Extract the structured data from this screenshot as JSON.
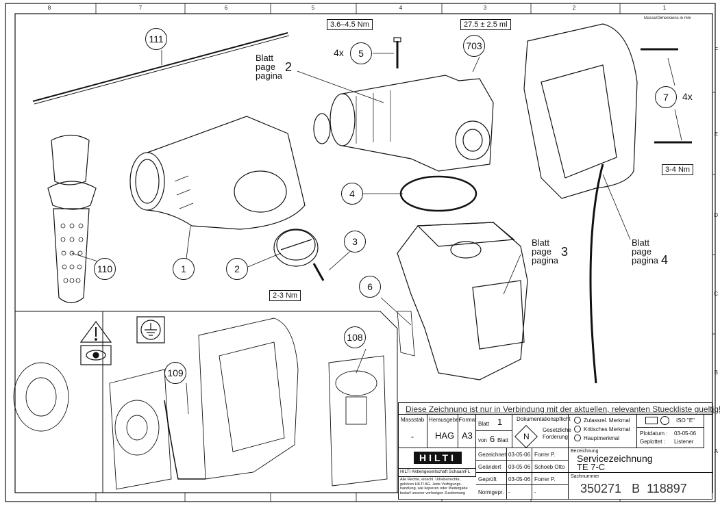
{
  "frame": {
    "columns": [
      "8",
      "7",
      "6",
      "5",
      "4",
      "3",
      "2",
      "1"
    ],
    "rows": [
      "F",
      "E",
      "D",
      "C",
      "B",
      "A"
    ],
    "dimensions_note": "Masse/Dimensions in mm"
  },
  "callouts": [
    {
      "id": "111"
    },
    {
      "id": "5",
      "qty": "4x"
    },
    {
      "id": "703"
    },
    {
      "id": "7",
      "qty": "4x"
    },
    {
      "id": "4"
    },
    {
      "id": "3"
    },
    {
      "id": "2"
    },
    {
      "id": "1"
    },
    {
      "id": "110"
    },
    {
      "id": "6"
    },
    {
      "id": "108"
    },
    {
      "id": "109"
    }
  ],
  "torques": {
    "screw_5": "3.6–4.5 Nm",
    "grease_703": "27.5 ± 2.5 ml",
    "screw_7": "3-4 Nm",
    "screw_3": "2-3 Nm"
  },
  "page_refs": [
    {
      "lines": [
        "Blatt",
        "page",
        "pagina"
      ],
      "num": "2"
    },
    {
      "lines": [
        "Blatt",
        "page",
        "pagina"
      ],
      "num": "3"
    },
    {
      "lines": [
        "Blatt",
        "page",
        "pagina"
      ],
      "num": "4"
    }
  ],
  "title_block": {
    "notice": "Diese Zeichnung ist nur in Verbindung mit der aktuellen, relevanten Stueckliste gueltig!",
    "massstab_label": "Massstab",
    "massstab": "-",
    "herausgeber_label": "Herausgeber",
    "herausgeber": "HAG",
    "format_label": "Format",
    "format": "A3",
    "blatt_label": "Blatt",
    "blatt": "1",
    "von_label": "von",
    "von": "6",
    "von_suffix": "Blatt",
    "dok_label": "Dokumentationspflicht",
    "dok_symbol": "N",
    "dok_text1": "Gesetzliche",
    "dok_text2": "Forderung",
    "merkmal": [
      "Zulassrel. Merkmal",
      "Kritisches Merkmal",
      "Hauptmerkmal"
    ],
    "iso": "ISO \"E\"",
    "plotdatum_label": "Plotdatum :",
    "plotdatum": "03-05-06",
    "geplottet_label": "Geplottet :",
    "geplottet": "Listener",
    "logo": "HILTI",
    "company": "HILTI Aktiengesellschaft Schaan/FL",
    "rights": "Alle Rechte, einschl. Urheberrechte, gehören HILTI AG. Jede Verfügungs-handlung, wie kopieren oder Weitergabe bedarf unserer vorherigen Zustimmung",
    "revisions": [
      {
        "label": "Gezeichnet",
        "date": "03-05-06",
        "name": "Forrer P."
      },
      {
        "label": "Geändert",
        "date": "03-05-06",
        "name": "Schoeb Otto"
      },
      {
        "label": "Geprüft",
        "date": "03-05-06",
        "name": "Forrer P."
      },
      {
        "label": "Normgepr.",
        "date": "-",
        "name": "-"
      }
    ],
    "bezeichnung_label": "Bezeichnung",
    "bezeichnung": "Servicezeichnung",
    "model": "TE 7-C",
    "sachnummer_label": "Sachnummer",
    "sachnummer": "350271   B  118897"
  }
}
